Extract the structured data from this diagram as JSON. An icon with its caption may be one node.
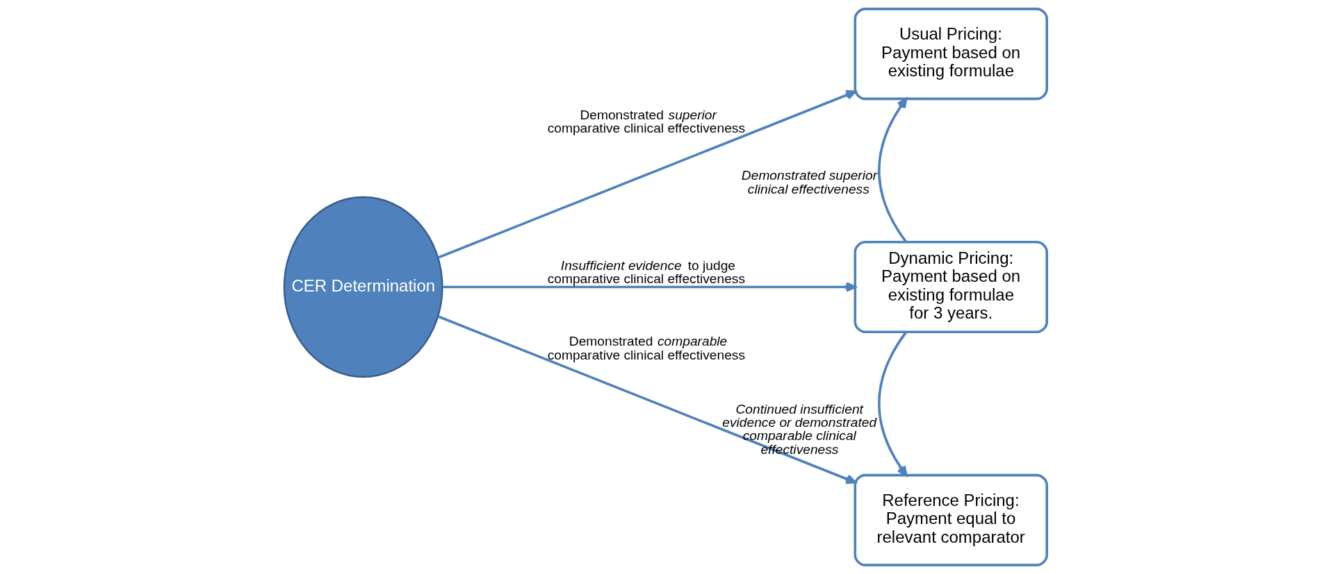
{
  "diagram": {
    "nodes": [
      {
        "text": [
          "CER Determination"
        ]
      },
      {
        "text": [
          "Usual Pricing:",
          "Payment based on existing formulae"
        ]
      },
      {
        "text": [
          "Dynamic Pricing:",
          "Payment based on existing formulae for 3 years."
        ]
      },
      {
        "text": [
          "Reference Pricing:",
          "Payment equal to relevant comparator"
        ]
      }
    ],
    "edges": [
      {
        "from": 0,
        "to": 1,
        "arrow": "to",
        "label": "Demonstrated *superior* comparative clinical effectiveness"
      },
      {
        "from": 0,
        "to": 2,
        "arrow": "to",
        "label": "*Insufficient evidence* to judge comparative clinical effectiveness"
      },
      {
        "from": 0,
        "to": 3,
        "arrow": "to",
        "label": "Demonstrated *comparable* comparative clinical effectiveness"
      },
      {
        "from": 2,
        "to": 1,
        "arrow": "to",
        "label": "Demonstrated superior clinical effectiveness"
      },
      {
        "from": 2,
        "to": 3,
        "arrow": "to",
        "label": "Continued insufficient evidence or demonstrated comparable clinical effectiveness"
      }
    ]
  }
}
